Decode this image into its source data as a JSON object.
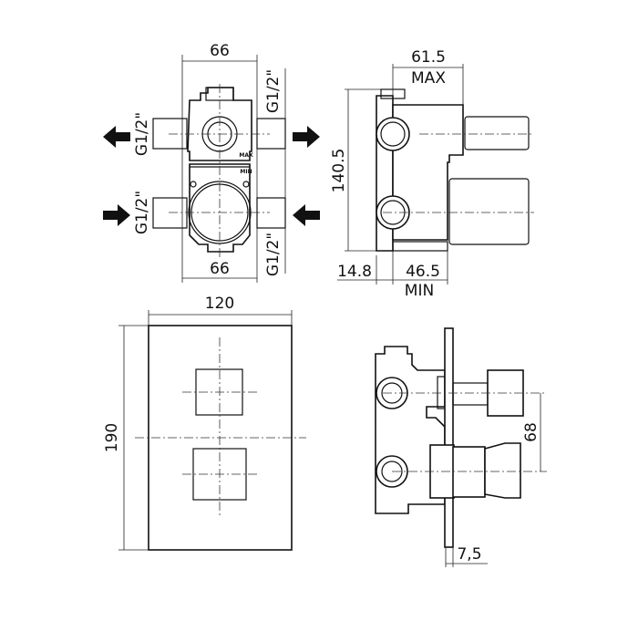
{
  "front_view": {
    "width_top": "66",
    "width_bottom": "66",
    "thread_left_top": "G1/2\"",
    "thread_left_bottom": "G1/2\"",
    "thread_right_top": "G1/2\"",
    "thread_right_bottom": "G1/2\"",
    "mark_max": "MAX",
    "mark_min": "MIN"
  },
  "side_view": {
    "depth_max": "61.5",
    "depth_max_label": "MAX",
    "height": "140.5",
    "offset": "14.8",
    "depth_min": "46.5",
    "depth_min_label": "MIN"
  },
  "plate_view": {
    "width": "120",
    "height": "190"
  },
  "installed_view": {
    "spacing": "68",
    "plate_thickness": "7,5"
  }
}
